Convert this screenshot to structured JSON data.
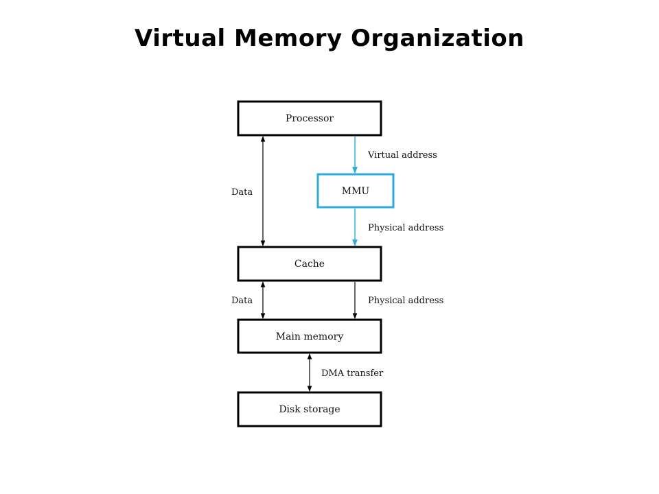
{
  "title": "Virtual Memory Organization",
  "colors": {
    "mmu": "#29aae1",
    "virtual_path": "#29aae1",
    "default": "#000000"
  },
  "nodes": {
    "processor": "Processor",
    "mmu": "MMU",
    "cache": "Cache",
    "main_memory": "Main memory",
    "disk_storage": "Disk storage"
  },
  "edges": {
    "processor_cache_data": "Data",
    "processor_mmu": "Virtual address",
    "mmu_cache": "Physical address",
    "cache_main_data": "Data",
    "cache_main_address": "Physical address",
    "main_disk": "DMA transfer"
  }
}
